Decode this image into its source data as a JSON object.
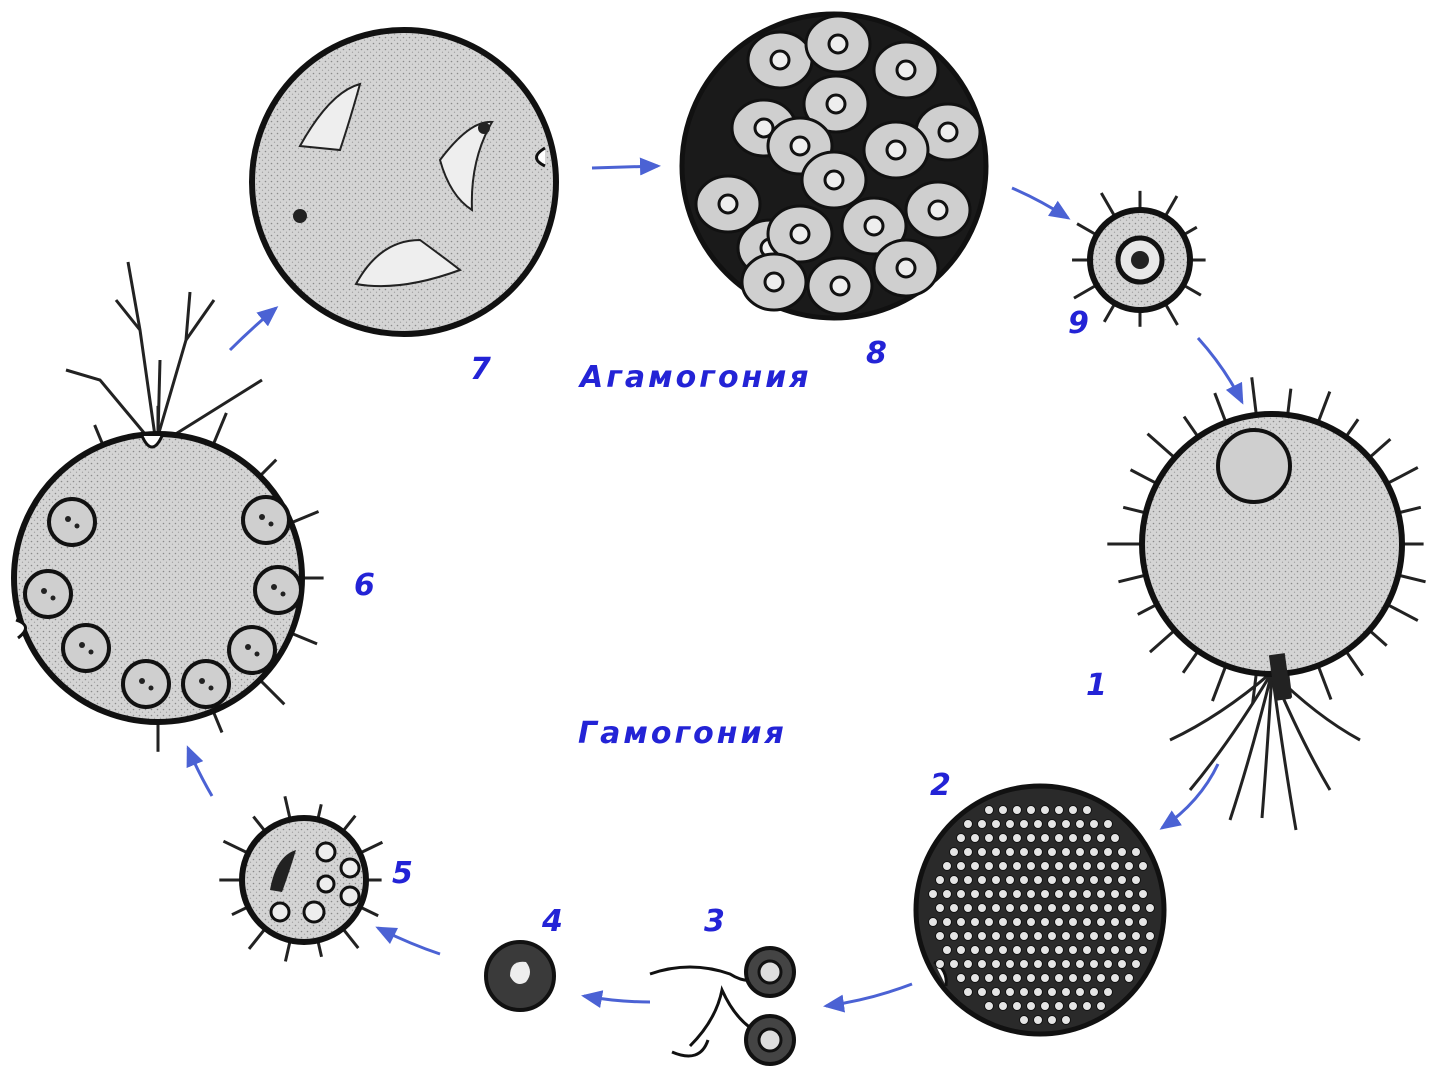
{
  "colors": {
    "label": "#2323d6",
    "arrow": "#4b62d4",
    "cell_outline": "#111111",
    "cytoplasm": "#d2d2d2",
    "nucleus_fill": "#e8e8e8",
    "dark_fill": "#222222"
  },
  "phases": {
    "agamogony": "Агамогония",
    "gamogony": "Гамогония"
  },
  "stages": [
    {
      "id": "1",
      "label": "1"
    },
    {
      "id": "2",
      "label": "2"
    },
    {
      "id": "3",
      "label": "3"
    },
    {
      "id": "4",
      "label": "4"
    },
    {
      "id": "5",
      "label": "5"
    },
    {
      "id": "6",
      "label": "6"
    },
    {
      "id": "7",
      "label": "7"
    },
    {
      "id": "8",
      "label": "8"
    },
    {
      "id": "9",
      "label": "9"
    }
  ]
}
